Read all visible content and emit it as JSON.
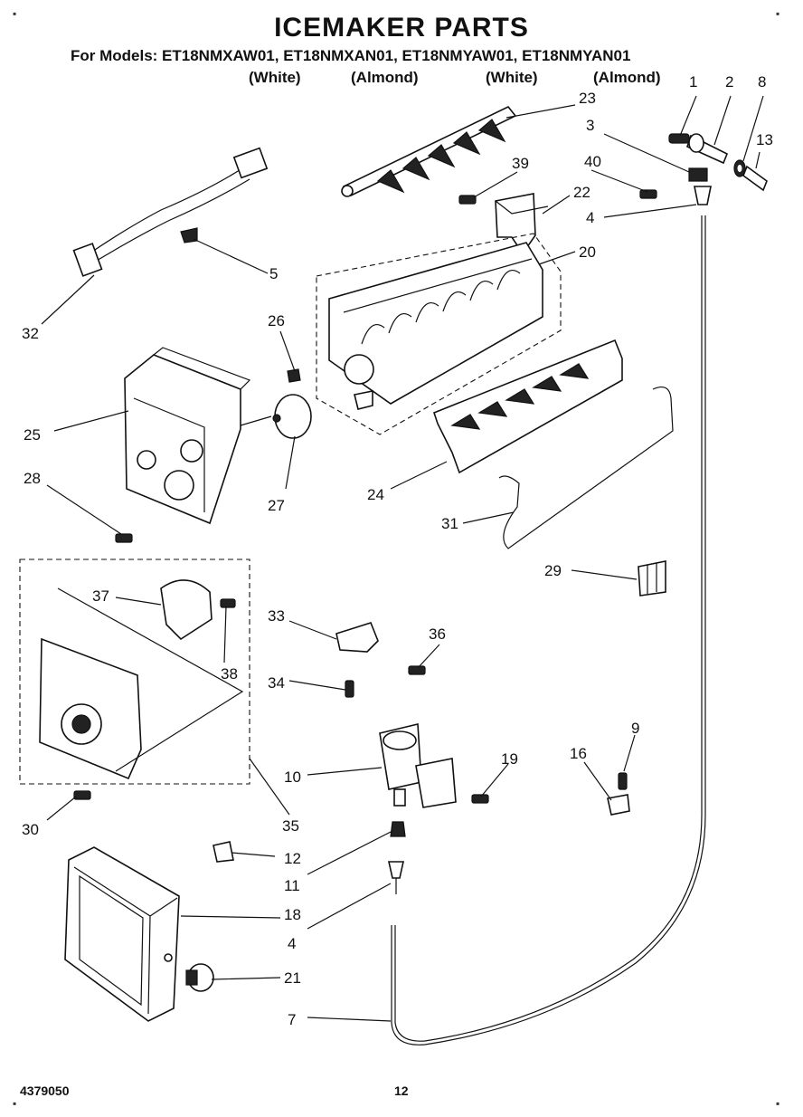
{
  "header": {
    "title": "ICEMAKER PARTS",
    "models_line": "For Models: ET18NMXAW01, ET18NMXAN01, ET18NMYAW01, ET18NMYAN01",
    "variants": [
      "(White)",
      "(Almond)",
      "(White)",
      "(Almond)"
    ]
  },
  "footer": {
    "doc_number": "4379050",
    "page_number": "12"
  },
  "callouts": {
    "c1": "1",
    "c2": "2",
    "c3": "3",
    "c4a": "4",
    "c4b": "4",
    "c5": "5",
    "c7": "7",
    "c8": "8",
    "c9": "9",
    "c10": "10",
    "c11": "11",
    "c12": "12",
    "c13": "13",
    "c16": "16",
    "c18": "18",
    "c19": "19",
    "c20": "20",
    "c21": "21",
    "c22": "22",
    "c23": "23",
    "c24": "24",
    "c25": "25",
    "c26": "26",
    "c27": "27",
    "c28": "28",
    "c29": "29",
    "c30": "30",
    "c31": "31",
    "c32": "32",
    "c33": "33",
    "c34": "34",
    "c35": "35",
    "c36": "36",
    "c37": "37",
    "c38": "38",
    "c39": "39",
    "c40": "40"
  }
}
